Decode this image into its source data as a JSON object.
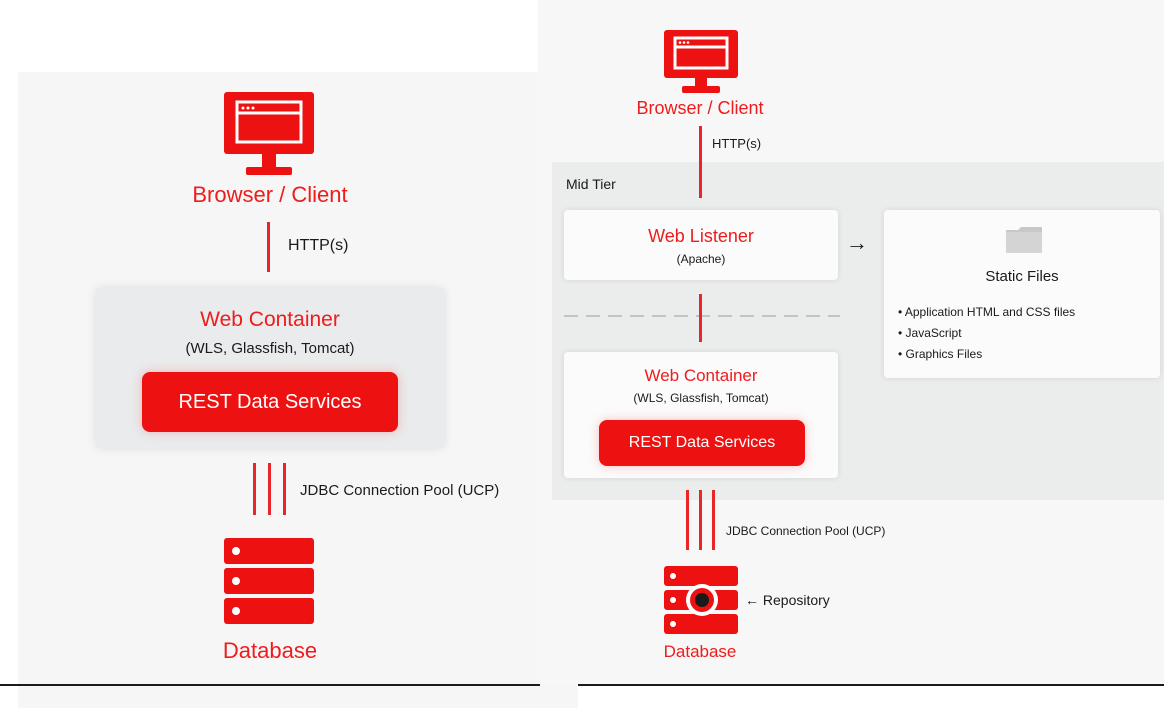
{
  "colors": {
    "accent_red": "#ee1c1c",
    "panel_grey": "#e9ebec",
    "text_dark": "#1a1a1a"
  },
  "left": {
    "client": {
      "icon": "monitor-icon",
      "label": "Browser / Client"
    },
    "protocol_label": "HTTP(s)",
    "web_container": {
      "title": "Web Container",
      "subtitle": "(WLS, Glassfish, Tomcat)",
      "service_label": "REST Data Services"
    },
    "pool_label": "JDBC Connection Pool (UCP)",
    "database": {
      "icon": "database-icon",
      "label": "Database"
    }
  },
  "right": {
    "client": {
      "icon": "monitor-icon",
      "label": "Browser / Client"
    },
    "protocol_label": "HTTP(s)",
    "mid_tier_label": "Mid Tier",
    "web_listener": {
      "title": "Web Listener",
      "subtitle": "(Apache)"
    },
    "arrow_right": "→",
    "static_files": {
      "icon": "folder-icon",
      "title": "Static Files",
      "items": [
        "• Application HTML and CSS files",
        "• JavaScript",
        "• Graphics Files"
      ]
    },
    "web_container": {
      "title": "Web Container",
      "subtitle": "(WLS, Glassfish, Tomcat)",
      "service_label": "REST Data Services"
    },
    "pool_label": "JDBC Connection Pool (UCP)",
    "repository_label": "← Repository",
    "database": {
      "icon": "database-repository-icon",
      "label": "Database"
    }
  }
}
